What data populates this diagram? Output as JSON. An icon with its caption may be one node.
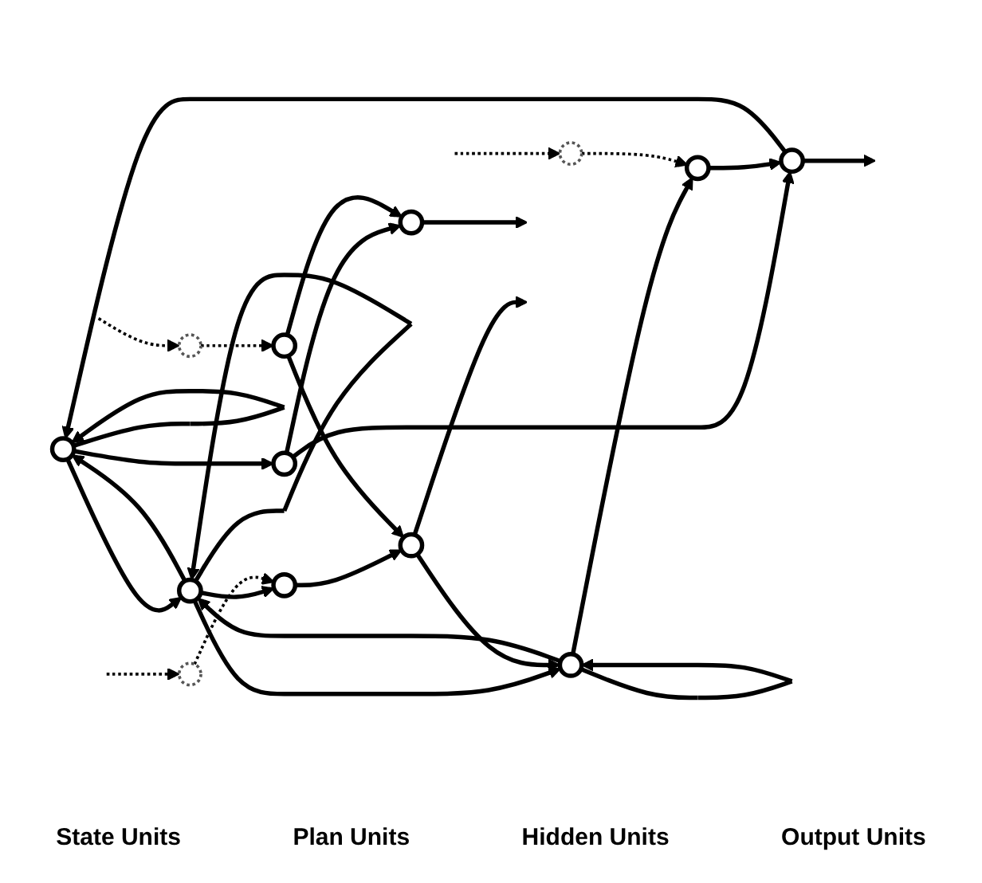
{
  "diagram": {
    "nodes": [
      {
        "text": [],
        "shape": "circle"
      },
      {
        "text": [],
        "shape": "circle"
      },
      {
        "text": [],
        "shape": "circle"
      },
      {
        "text": [],
        "shape": "circle"
      },
      {
        "text": [],
        "shape": "circle"
      },
      {
        "text": [],
        "shape": "circle"
      },
      {
        "text": [],
        "shape": "circle"
      },
      {
        "text": [],
        "shape": "circle"
      },
      {
        "text": [],
        "shape": "circle"
      },
      {
        "text": [],
        "shape": "circle"
      },
      {
        "text": [],
        "shape": "circle"
      },
      {
        "text": [],
        "shape": "circle"
      },
      {
        "text": [],
        "shape": "circle"
      }
    ],
    "edges": [
      {
        "from": 0,
        "to": 0,
        "arrow": "to"
      },
      {
        "from": 1,
        "to": 1,
        "arrow": "to"
      },
      {
        "from": 2,
        "to": 2,
        "arrow": "to"
      },
      {
        "from": 0,
        "to": 1,
        "arrow": "to"
      },
      {
        "from": 1,
        "to": 0,
        "arrow": "to"
      },
      {
        "from": 1,
        "to": 2,
        "arrow": "to"
      },
      {
        "from": 2,
        "to": 1,
        "arrow": "to"
      },
      {
        "from": 10,
        "to": 0,
        "arrow": "to"
      },
      {
        "from": 12,
        "to": 2,
        "arrow": "to"
      },
      {
        "from": 0,
        "to": 6,
        "arrow": "to"
      },
      {
        "from": 1,
        "to": 7,
        "arrow": "to"
      },
      {
        "from": 2,
        "to": 8,
        "arrow": "to"
      },
      {
        "from": null,
        "to": 3,
        "arrow": "to",
        "style": "dashed"
      },
      {
        "from": null,
        "to": 4,
        "arrow": "to",
        "style": "dashed"
      },
      {
        "from": null,
        "to": 5,
        "arrow": "to",
        "style": "dashed"
      },
      {
        "from": 3,
        "to": 7,
        "arrow": "to",
        "style": "dashed"
      },
      {
        "from": 4,
        "to": 8,
        "arrow": "to",
        "style": "dashed"
      },
      {
        "from": 5,
        "to": 9,
        "arrow": "to",
        "style": "dashed"
      },
      {
        "from": 6,
        "to": 10,
        "arrow": "to"
      },
      {
        "from": 6,
        "to": 11,
        "arrow": "to"
      },
      {
        "from": 7,
        "to": 12,
        "arrow": "to"
      },
      {
        "from": 8,
        "to": 10,
        "arrow": "to"
      },
      {
        "from": 9,
        "to": 11,
        "arrow": "to"
      },
      {
        "from": 9,
        "to": 12,
        "arrow": "to"
      },
      {
        "from": 10,
        "to": null,
        "arrow": "to"
      },
      {
        "from": 11,
        "to": null,
        "arrow": "to"
      },
      {
        "from": 12,
        "to": null,
        "arrow": "to"
      }
    ],
    "labels": [
      "State Units",
      "Plan Units",
      "Hidden Units",
      "Output Units"
    ]
  }
}
